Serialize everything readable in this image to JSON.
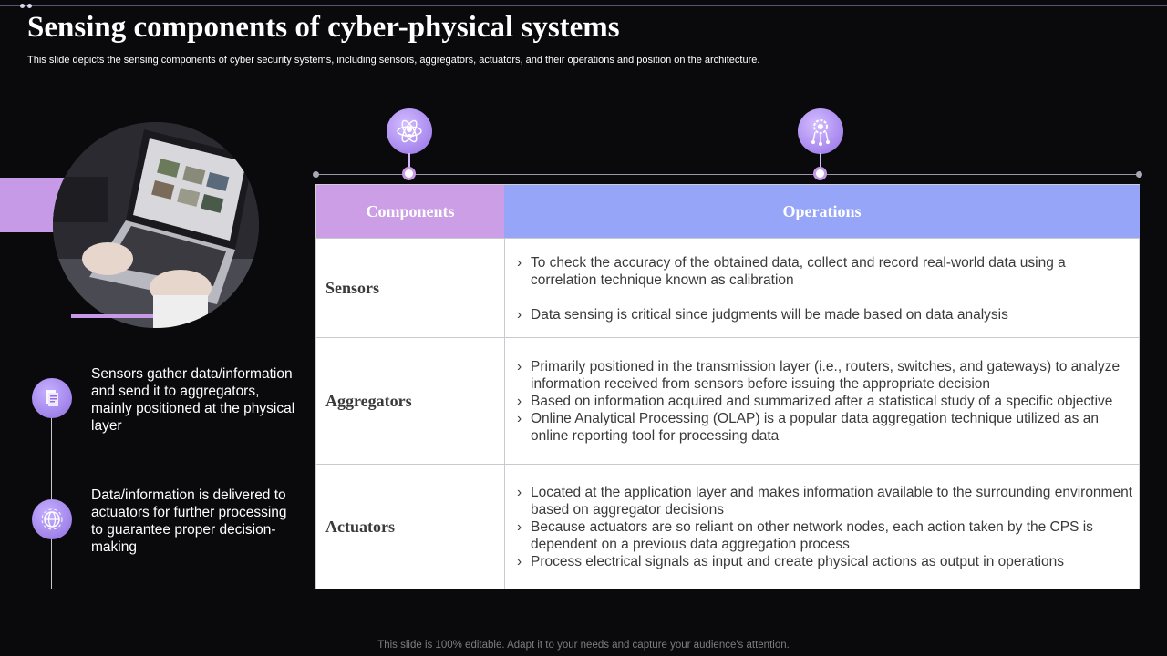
{
  "slide": {
    "title": "Sensing components of cyber-physical systems",
    "subtitle": "This slide depicts the sensing components of cyber security systems, including sensors, aggregators, actuators, and their operations and position on the architecture.",
    "footer": "This slide is 100% editable. Adapt it to your needs and capture your audience's attention."
  },
  "left": {
    "photo_icon": "laptop-photo",
    "items": [
      {
        "icon": "document-icon",
        "text": "Sensors gather data/information and send it to aggregators, mainly positioned at the physical layer"
      },
      {
        "icon": "globe-icon",
        "text": "Data/information is delivered to actuators for further processing to guarantee proper decision-making"
      }
    ]
  },
  "top_icons": [
    "atom-user-icon",
    "gear-network-icon"
  ],
  "table": {
    "headers": {
      "components": "Components",
      "operations": "Operations"
    },
    "rows": [
      {
        "component": "Sensors",
        "operations": [
          "To check the accuracy of the obtained data, collect and record real-world data using a correlation technique known as calibration",
          "Data sensing is critical since judgments will be made based on data analysis"
        ]
      },
      {
        "component": "Aggregators",
        "operations": [
          "Primarily positioned in the transmission layer (i.e., routers, switches, and gateways) to analyze information received from sensors before issuing the appropriate decision",
          "Based on information acquired and summarized after a statistical study of a specific objective",
          "Online Analytical Processing (OLAP) is a popular data aggregation technique utilized as an online reporting tool for processing data"
        ]
      },
      {
        "component": "Actuators",
        "operations": [
          "Located at the application layer and makes information available to the surrounding environment based on aggregator decisions",
          "Because actuators are so reliant on other network nodes, each action taken by the CPS is dependent on a previous data aggregation process",
          "Process electrical signals as input and create physical actions as output in operations"
        ]
      }
    ]
  },
  "colors": {
    "accent_purple": "#c79ae8",
    "accent_blue": "#97a5f8",
    "background": "#0a0a0c"
  }
}
